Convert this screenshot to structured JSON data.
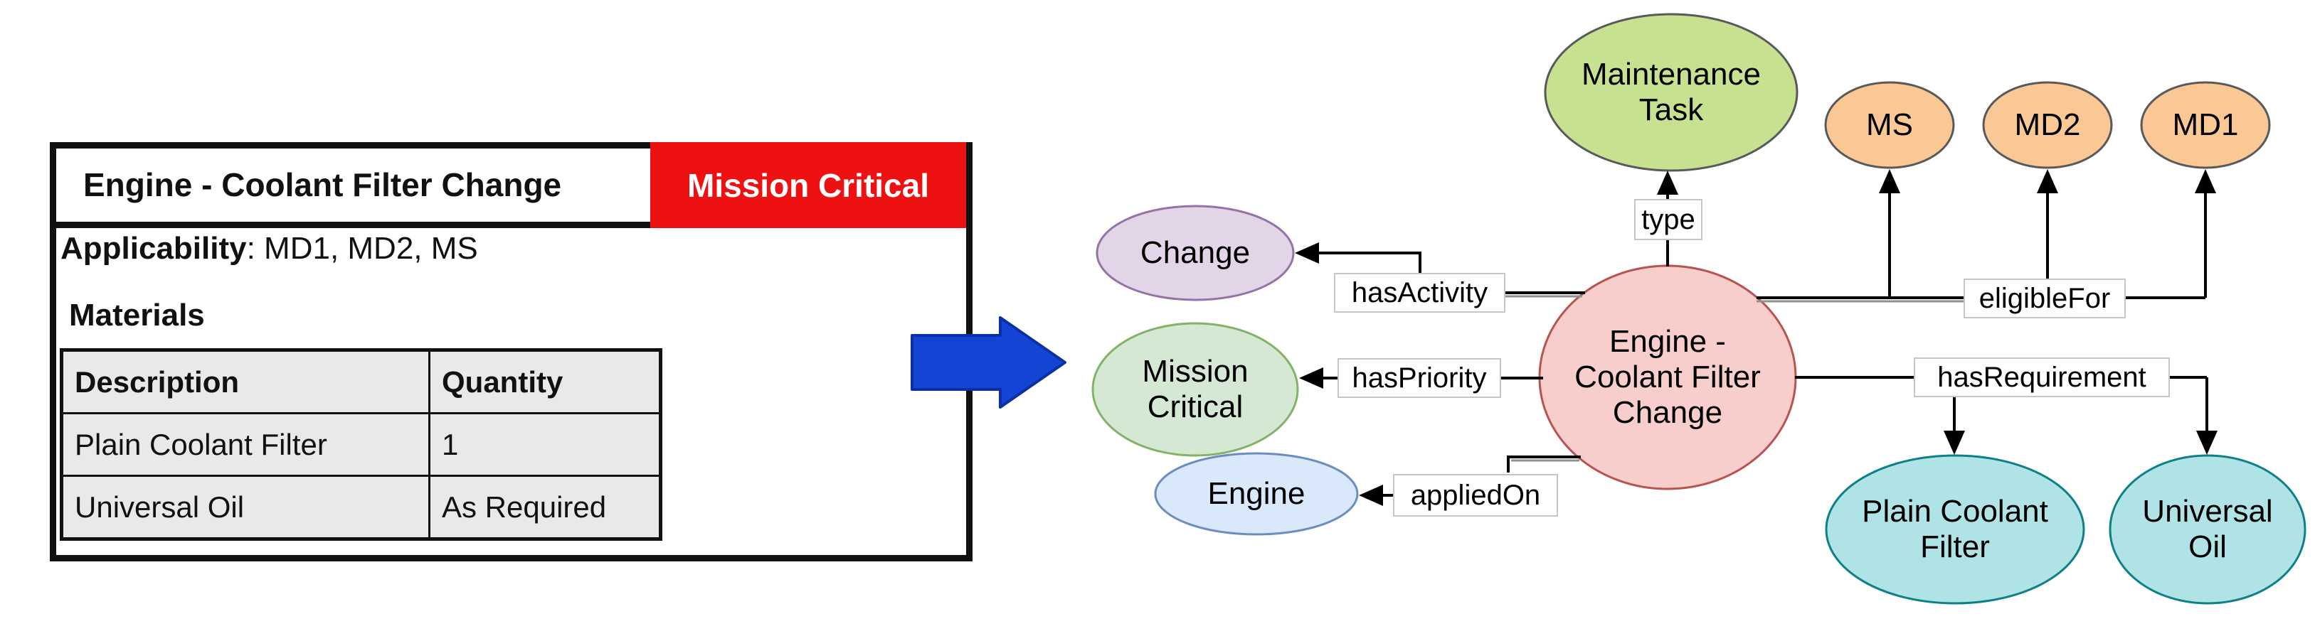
{
  "card": {
    "title": "Engine - Coolant Filter Change",
    "badge": "Mission Critical",
    "applicability_label": "Applicability",
    "applicability_values": ": MD1, MD2, MS",
    "materials_heading": "Materials",
    "materials_table": {
      "columns": [
        "Description",
        "Quantity"
      ],
      "rows": [
        {
          "description": "Plain Coolant Filter",
          "quantity": "1"
        },
        {
          "description": "Universal Oil",
          "quantity": "As Required"
        }
      ]
    }
  },
  "transform_arrow": {
    "meaning": "card transformed into graph",
    "direction": "right",
    "fill": "#1444d3",
    "border": "#0c2fa6"
  },
  "palette": {
    "badge_red": "#ee1111",
    "table_cell_gray": "#e9e9e9"
  },
  "graph": {
    "nodes": {
      "maintenance_task": {
        "label": "Maintenance\nTask",
        "fill": "#c6e190",
        "stroke": "#59595b"
      },
      "ms": {
        "label": "MS",
        "fill": "#f9c895",
        "stroke": "#59595b"
      },
      "md2": {
        "label": "MD2",
        "fill": "#f9c895",
        "stroke": "#59595b"
      },
      "md1": {
        "label": "MD1",
        "fill": "#f9c895",
        "stroke": "#59595b"
      },
      "change": {
        "label": "Change",
        "fill": "#e1d5e7",
        "stroke": "#9673a6"
      },
      "mission_critical": {
        "label": "Mission\nCritical",
        "fill": "#d5e8d4",
        "stroke": "#82b366"
      },
      "engine": {
        "label": "Engine",
        "fill": "#dae8fc",
        "stroke": "#6c8ebf"
      },
      "task": {
        "label": "Engine -\nCoolant Filter\nChange",
        "fill": "#f8cecc",
        "stroke": "#b85450"
      },
      "plain_coolant_filter": {
        "label": "Plain Coolant\nFilter",
        "fill": "#b0e3e6",
        "stroke": "#0e8088"
      },
      "universal_oil": {
        "label": "Universal\nOil",
        "fill": "#b0e3e6",
        "stroke": "#0e8088"
      }
    },
    "edge_labels": {
      "type": "type",
      "has_activity": "hasActivity",
      "has_priority": "hasPriority",
      "applied_on": "appliedOn",
      "eligible_for": "eligibleFor",
      "has_requirement": "hasRequirement"
    }
  }
}
